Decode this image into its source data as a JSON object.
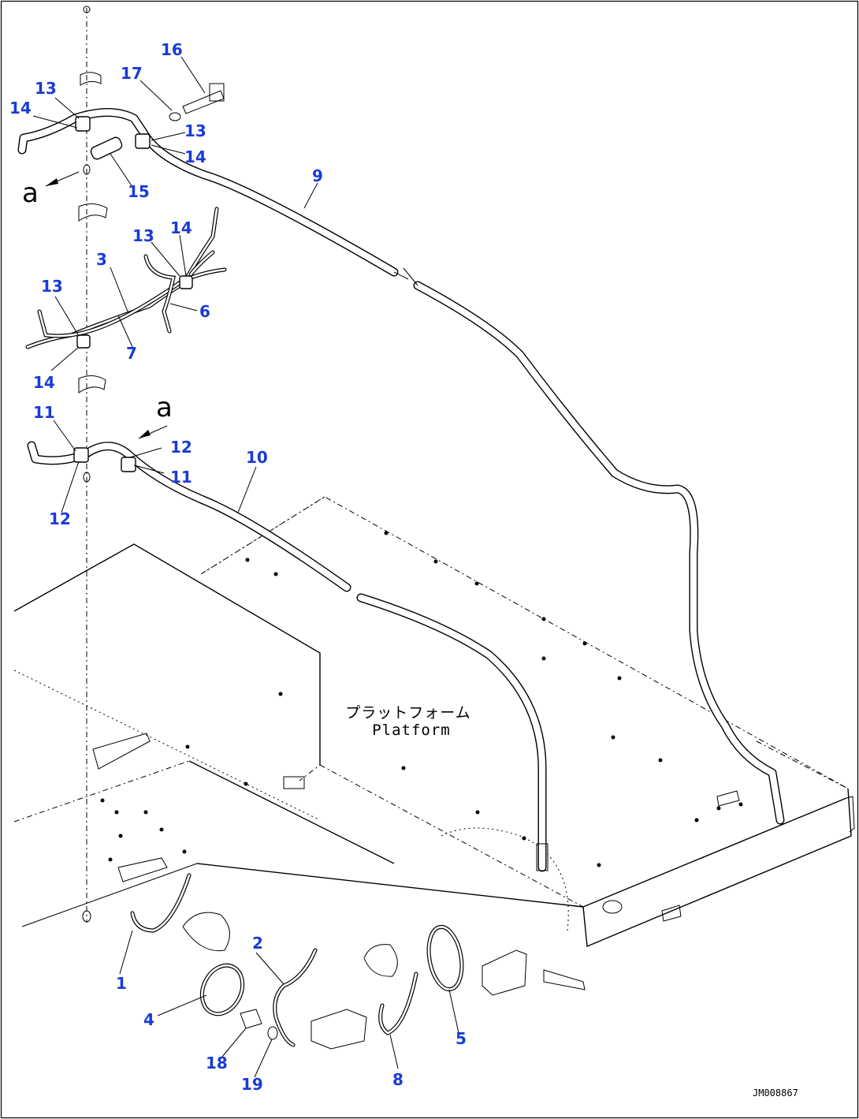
{
  "platform_label": {
    "japanese": "プラットフォーム",
    "english": "Platform"
  },
  "view_markers": [
    "a",
    "a"
  ],
  "drawing_code": "JM008867",
  "callouts": [
    "1",
    "2",
    "3",
    "4",
    "5",
    "6",
    "7",
    "8",
    "9",
    "10",
    "11",
    "11",
    "12",
    "12",
    "13",
    "13",
    "13",
    "13",
    "14",
    "14",
    "14",
    "14",
    "15",
    "16",
    "17",
    "18",
    "19"
  ]
}
